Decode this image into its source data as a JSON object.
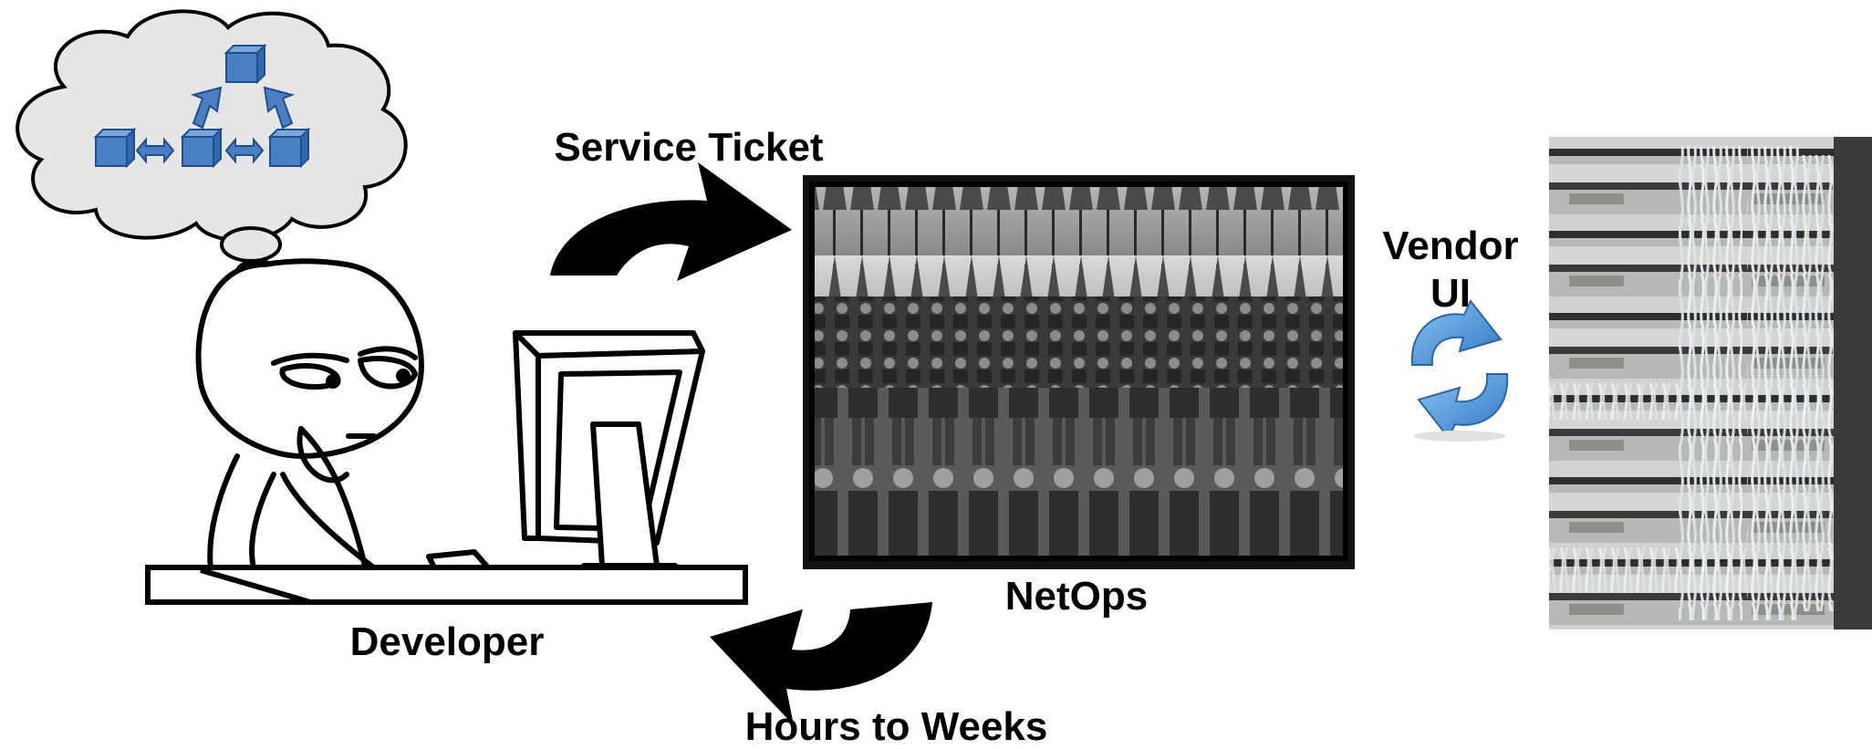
{
  "labels": {
    "service_ticket": "Service Ticket",
    "netops": "NetOps",
    "developer": "Developer",
    "hours_to_weeks": "Hours to Weeks",
    "vendor_line1": "Vendor",
    "vendor_line2": "UI"
  },
  "colors": {
    "ink": "#000000",
    "cloud_fill": "#e6e6e6",
    "cube_blue": "#4a7fc1",
    "refresh_blue": "#3d8ad6",
    "rack_gray": "#b8bbb8"
  },
  "icons": [
    "thought-cloud",
    "cube-network-icon",
    "developer-figure",
    "computer-monitor",
    "crowd-photo",
    "refresh-icon",
    "server-rack-photo",
    "curved-arrow-right",
    "curved-arrow-left"
  ]
}
